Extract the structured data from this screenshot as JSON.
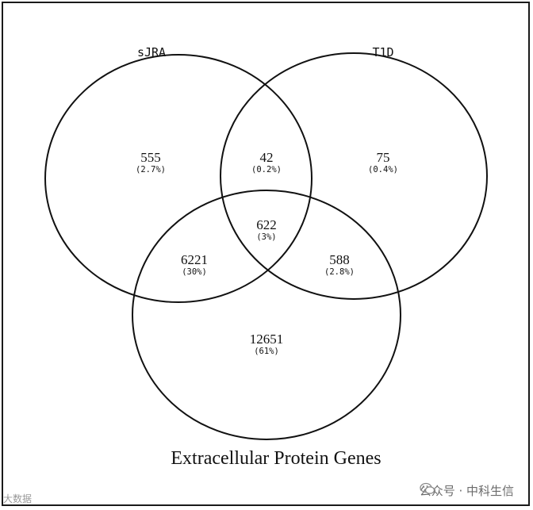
{
  "sets": [
    {
      "name": "sJRA",
      "label": "sJRA"
    },
    {
      "name": "T1D",
      "label": "T1D"
    },
    {
      "name": "Extracellular Protein Genes",
      "label": "Extracellular Protein Genes"
    }
  ],
  "regions": {
    "sjra_only": {
      "count": "555",
      "percent": "(2.7%)"
    },
    "sjra_t1d": {
      "count": "42",
      "percent": "(0.2%)"
    },
    "t1d_only": {
      "count": "75",
      "percent": "(0.4%)"
    },
    "all_three": {
      "count": "622",
      "percent": "(3%)"
    },
    "sjra_ext": {
      "count": "6221",
      "percent": "(30%)"
    },
    "t1d_ext": {
      "count": "588",
      "percent": "(2.8%)"
    },
    "ext_only": {
      "count": "12651",
      "percent": "(61%)"
    }
  },
  "watermark": {
    "right_text": "公众号 · 中科生信",
    "left_text": "大数据"
  },
  "colors": {
    "stroke": "#111111",
    "background": "#ffffff"
  }
}
